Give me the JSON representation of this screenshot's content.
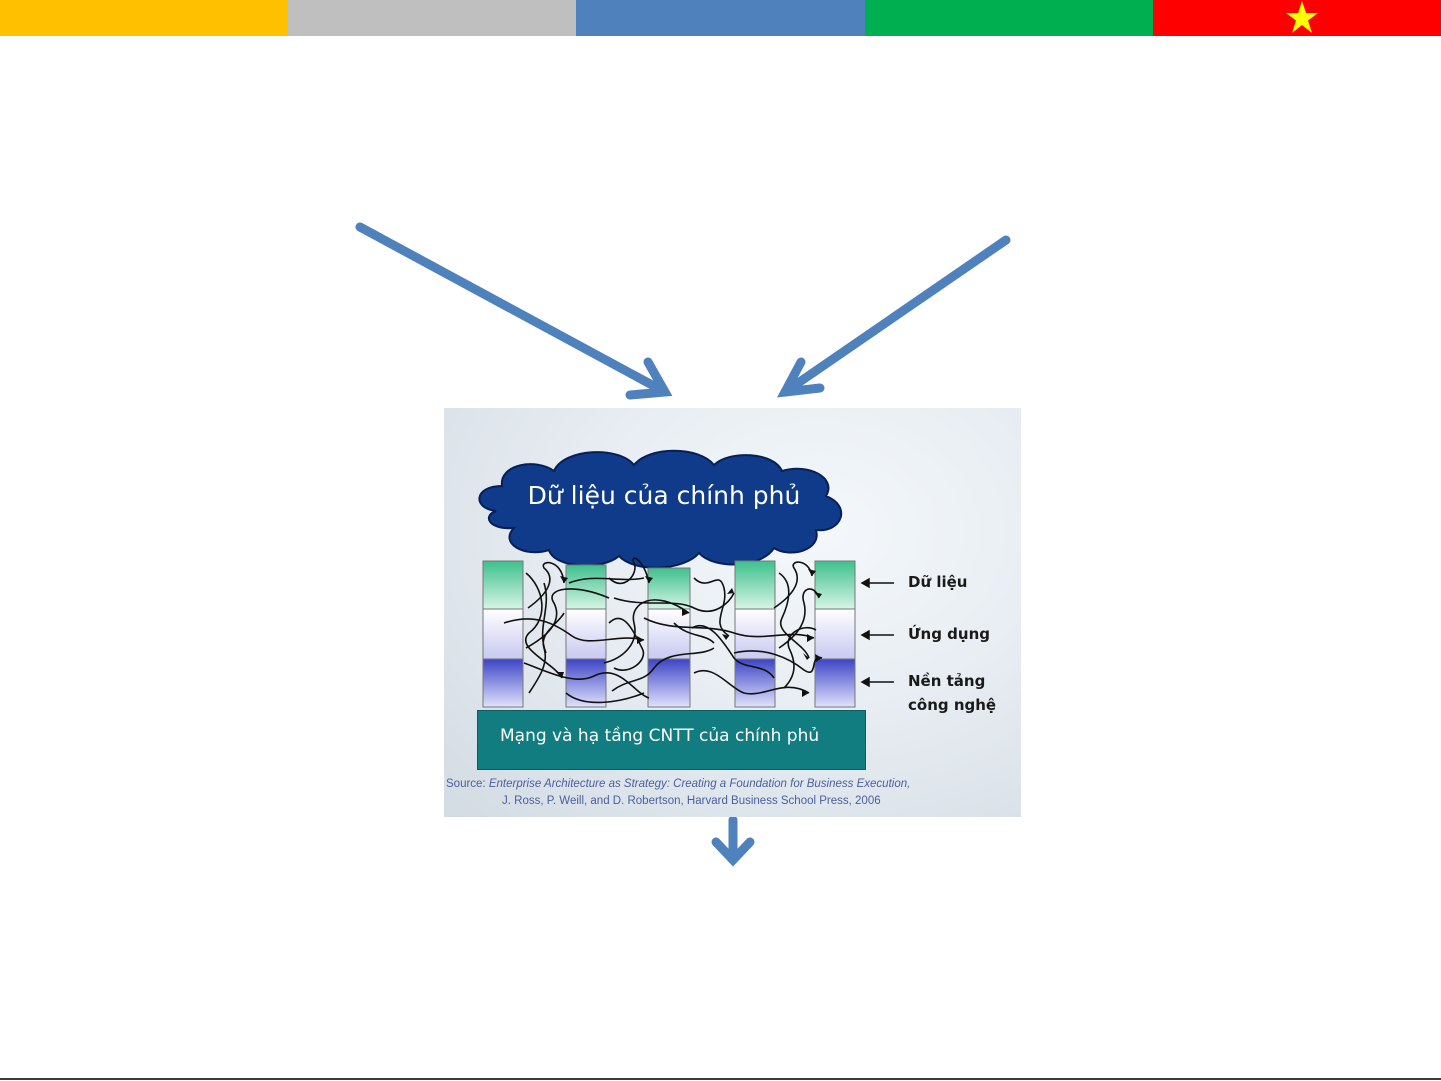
{
  "top_bar": {
    "colors": [
      "#ffc000",
      "#bfbfbf",
      "#4f81bd",
      "#00b050",
      "#ff0000"
    ],
    "star_color": "#ffff00"
  },
  "figure": {
    "cloud_title": "Dữ liệu của chính phủ",
    "layer_labels": {
      "data": "Dữ liệu",
      "application": "Ứng dụng",
      "platform_line1": "Nền tảng",
      "platform_line2": "công nghệ"
    },
    "network_label": "Mạng và hạ tầng CNTT của chính phủ",
    "source": {
      "prefix": "Source:",
      "title": "Enterprise Architecture as Strategy: Creating a Foundation for Business Execution,",
      "authors": "J. Ross, P. Weill, and D. Robertson, Harvard Business School Press, 2006"
    }
  },
  "colors": {
    "arrow": "#4f81bd",
    "cloud": "#0f3b8a",
    "network": "#127d80"
  }
}
